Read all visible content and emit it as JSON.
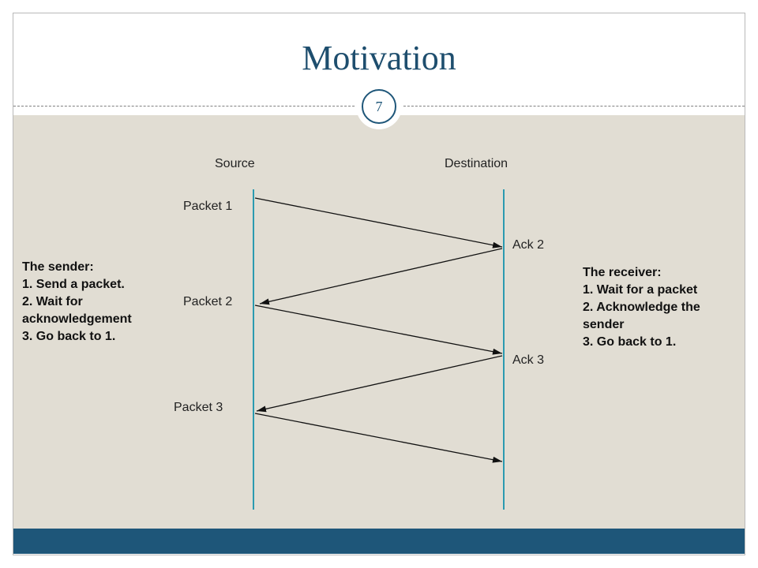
{
  "title": "Motivation",
  "page_number": "7",
  "diagram": {
    "source_label": "Source",
    "destination_label": "Destination",
    "packets": [
      "Packet 1",
      "Packet 2",
      "Packet 3"
    ],
    "acks": [
      "Ack 2",
      "Ack 3"
    ]
  },
  "sender": {
    "heading": "The sender:",
    "steps": [
      "1. Send a packet.",
      "2. Wait for",
      "acknowledgement",
      "3.  Go back to 1."
    ]
  },
  "receiver": {
    "heading": "The receiver:",
    "steps": [
      "1. Wait for a packet",
      "2. Acknowledge the",
      "sender",
      "3. Go back to 1."
    ]
  },
  "colors": {
    "title": "#1e4e6e",
    "band": "#1e5679",
    "background": "#e1ddd3",
    "timeline": "#2b9ab0"
  }
}
